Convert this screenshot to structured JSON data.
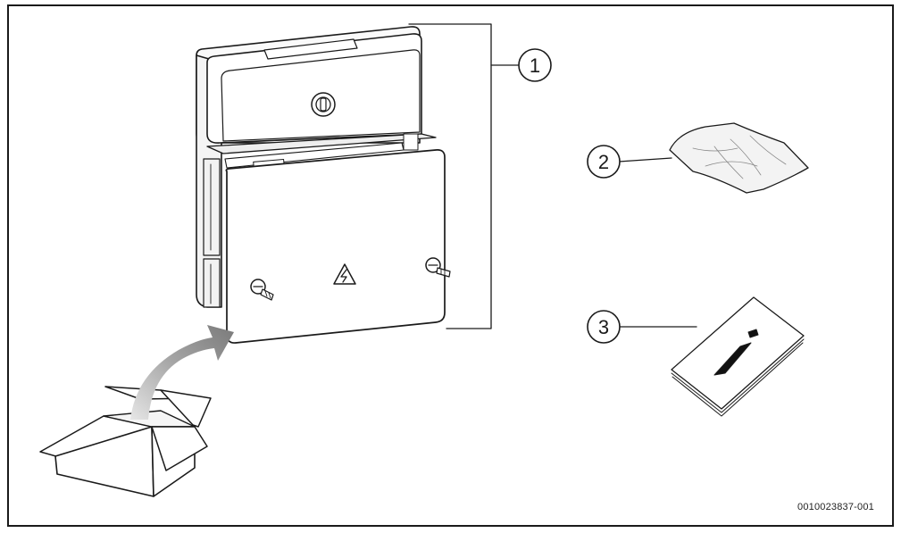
{
  "callouts": [
    {
      "number": "1"
    },
    {
      "number": "2"
    },
    {
      "number": "3"
    }
  ],
  "reference_id": "0010023837-001"
}
